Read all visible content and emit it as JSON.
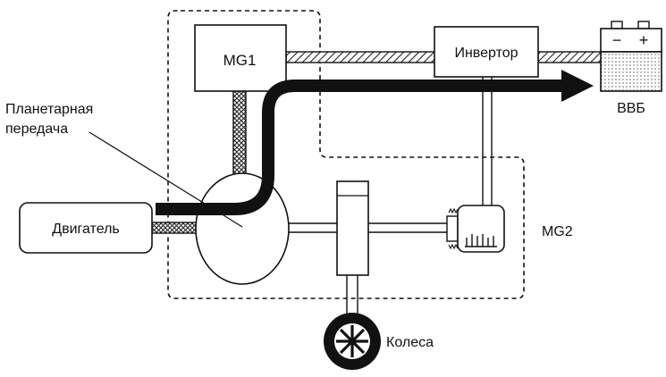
{
  "labels": {
    "mg1": "MG1",
    "inverter": "Инвертор",
    "battery": "ВВБ",
    "battery_minus": "−",
    "battery_plus": "+",
    "planetary_line1": "Планетарная",
    "planetary_line2": "передача",
    "engine": "Двигатель",
    "mg2": "MG2",
    "wheels": "Колеса"
  }
}
